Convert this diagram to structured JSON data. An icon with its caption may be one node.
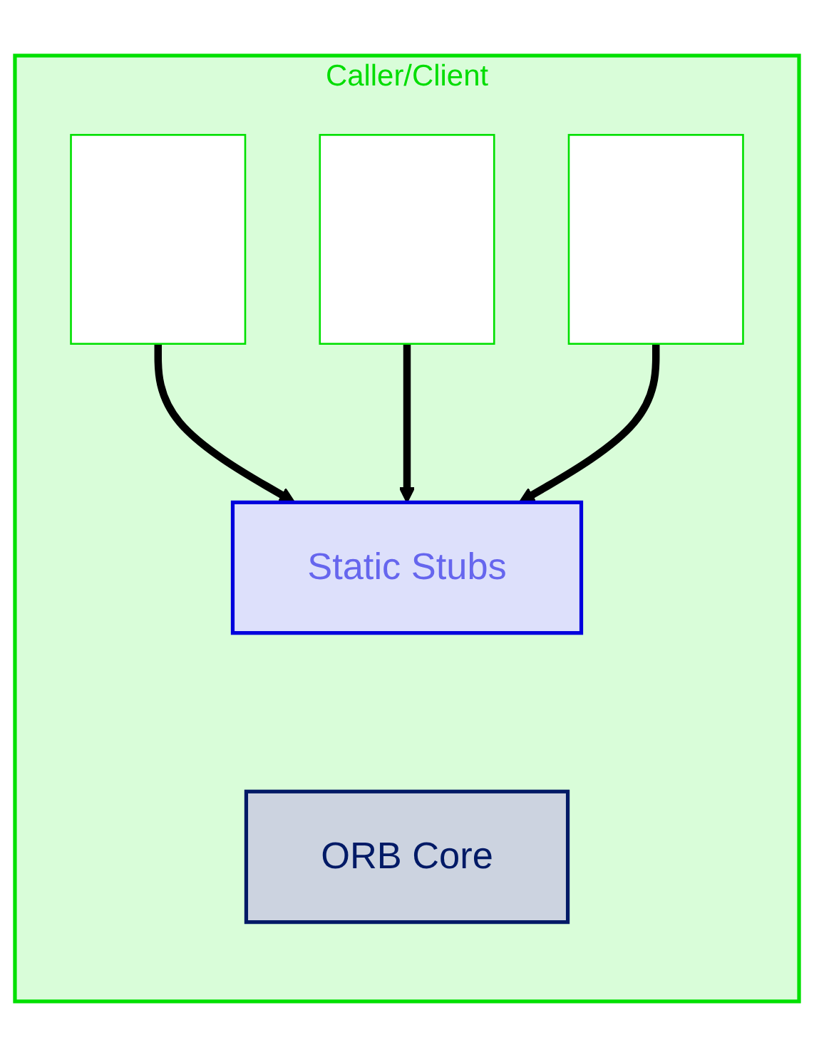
{
  "diagram": {
    "nodes": [
      {
        "text": [
          "Caller/Client"
        ]
      },
      {
        "text": [],
        "shape": "box",
        "in": 0
      },
      {
        "text": [],
        "shape": "box",
        "in": 0
      },
      {
        "text": [],
        "shape": "box",
        "in": 0
      },
      {
        "text": [
          "Static Stubs"
        ],
        "in": 0
      },
      {
        "text": [
          "ORB Core"
        ],
        "in": 0
      }
    ],
    "edges": [
      {
        "from": 1,
        "to": 4,
        "arrow": "to"
      },
      {
        "from": 2,
        "to": 4,
        "arrow": "to"
      },
      {
        "from": 3,
        "to": 4,
        "arrow": "to"
      }
    ]
  }
}
